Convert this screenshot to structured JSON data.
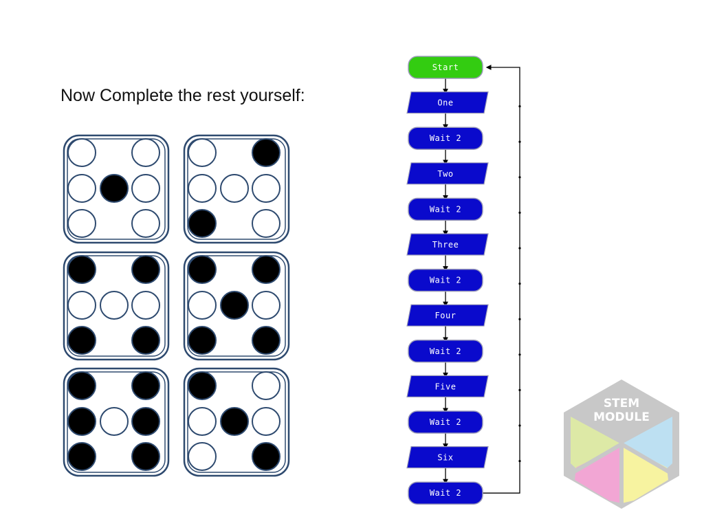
{
  "heading": "Now Complete the rest yourself:",
  "dice": [
    {
      "name": "die-one",
      "filled": [
        0,
        0,
        0,
        1,
        0,
        0,
        0
      ]
    },
    {
      "name": "die-two",
      "filled": [
        0,
        1,
        0,
        0,
        0,
        1,
        0
      ]
    },
    {
      "name": "die-three",
      "filled": [
        1,
        1,
        0,
        0,
        0,
        1,
        1
      ]
    },
    {
      "name": "die-four",
      "filled": [
        1,
        1,
        0,
        1,
        0,
        1,
        1
      ]
    },
    {
      "name": "die-five",
      "filled": [
        1,
        1,
        1,
        0,
        1,
        1,
        1
      ]
    },
    {
      "name": "die-six",
      "filled": [
        1,
        0,
        0,
        1,
        0,
        0,
        1
      ]
    }
  ],
  "flowchart": {
    "nodes": [
      {
        "label": "Start",
        "kind": "terminal"
      },
      {
        "label": "One",
        "kind": "output"
      },
      {
        "label": "Wait 2",
        "kind": "process"
      },
      {
        "label": "Two",
        "kind": "output"
      },
      {
        "label": "Wait 2",
        "kind": "process"
      },
      {
        "label": "Three",
        "kind": "output"
      },
      {
        "label": "Wait 2",
        "kind": "process"
      },
      {
        "label": "Four",
        "kind": "output"
      },
      {
        "label": "Wait 2",
        "kind": "process"
      },
      {
        "label": "Five",
        "kind": "output"
      },
      {
        "label": "Wait 2",
        "kind": "process"
      },
      {
        "label": "Six",
        "kind": "output"
      },
      {
        "label": "Wait 2",
        "kind": "process"
      }
    ],
    "colors": {
      "terminal": "#33cc11",
      "node": "#0a0acc",
      "edge": "#000000"
    }
  },
  "badge": {
    "line1": "STEM",
    "line2": "MODULE",
    "colors": {
      "outer": "#c8c8c8",
      "green": "#dde9a6",
      "blue": "#bde0f2",
      "pink": "#f2a6d4",
      "yellow": "#f7f3a0"
    }
  }
}
